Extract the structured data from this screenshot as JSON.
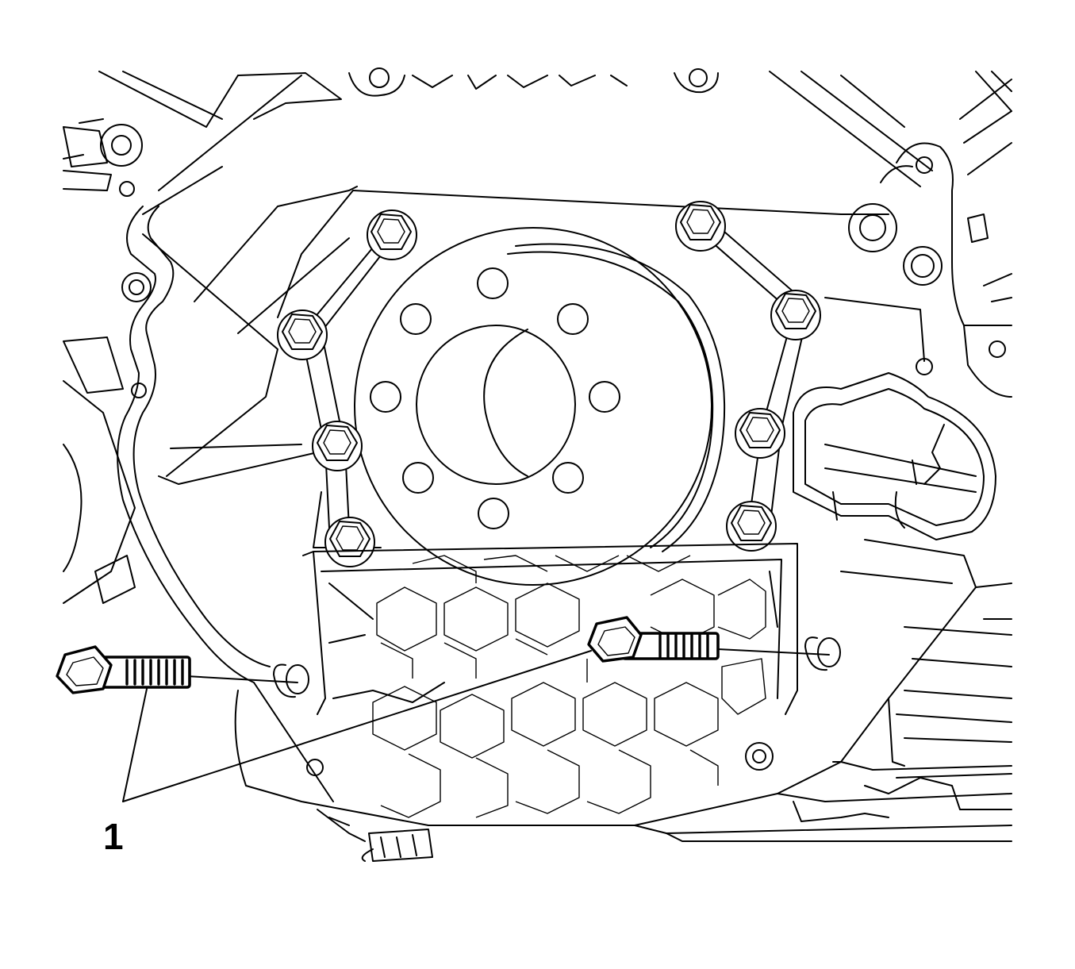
{
  "figure": {
    "callout": {
      "label": "1"
    },
    "fasteners": [
      {
        "id": "bolt-left"
      },
      {
        "id": "bolt-right"
      }
    ]
  }
}
